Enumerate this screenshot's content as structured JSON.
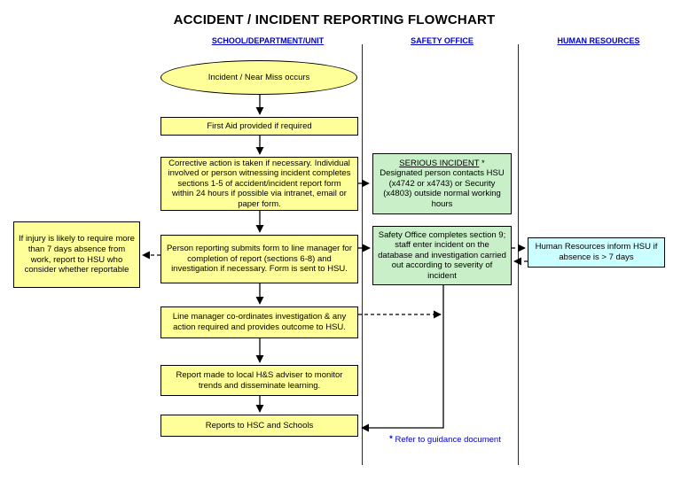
{
  "title": "ACCIDENT / INCIDENT REPORTING FLOWCHART",
  "columns": {
    "school": "SCHOOL/DEPARTMENT/UNIT",
    "safety": "SAFETY OFFICE",
    "hr": "HUMAN RESOURCES"
  },
  "nodes": {
    "incident": "Incident / Near Miss occurs",
    "first_aid": "First Aid provided if required",
    "corrective": "Corrective action is taken if necessary. Individual involved or person witnessing incident completes sections 1-5 of accident/incident report form within 24 hours if possible via intranet, email or paper form.",
    "person_reporting": "Person reporting submits form to line manager for completion of report (sections 6-8) and investigation if necessary.  Form is sent to HSU.",
    "injury": "If injury is likely to require more than 7 days absence from work, report to HSU who consider whether reportable",
    "line_manager": "Line manager co-ordinates investigation & any action required and provides outcome to HSU.",
    "hs_adviser": "Report made to local H&S adviser to monitor trends and disseminate learning.",
    "reports_hsc": "Reports to HSC and Schools",
    "serious_title": "SERIOUS INCIDENT",
    "serious_star": "*",
    "serious_body": "Designated person contacts HSU (x4742 or x4743) or Security (x4803) outside normal working hours",
    "safety_office": "Safety Office completes section 9; staff enter incident on the database and investigation carried out according to severity of incident",
    "hr_inform": "Human Resources inform HSU if absence is > 7 days"
  },
  "footnote": {
    "marker": "*",
    "text": "Refer to guidance document"
  },
  "colors": {
    "yellow": "#FFFF99",
    "green": "#C8EFC8",
    "cyan": "#CCFFFF",
    "blue": "#0000CC"
  }
}
